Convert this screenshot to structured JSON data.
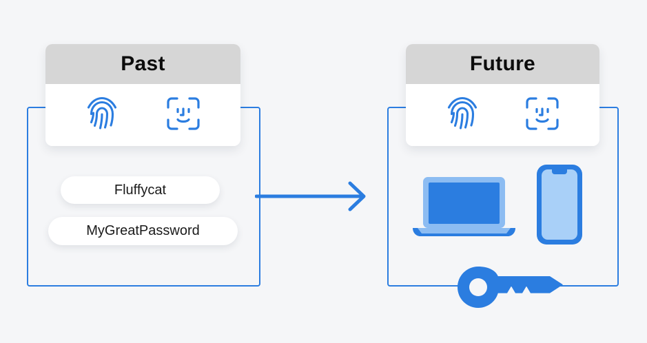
{
  "background_color": "#f5f6f8",
  "accent_color": "#2b7de0",
  "accent_light_color": "#8cbcf2",
  "header_color": "#d6d6d6",
  "card_color": "#ffffff",
  "panels": {
    "past": {
      "title": "Past",
      "icons": [
        "fingerprint-icon",
        "face-id-icon"
      ],
      "credentials": [
        {
          "label": "Fluffycat"
        },
        {
          "label": "MyGreatPassword"
        }
      ]
    },
    "future": {
      "title": "Future",
      "icons": [
        "fingerprint-icon",
        "face-id-icon"
      ],
      "devices": [
        "laptop-icon",
        "smartphone-icon",
        "key-icon"
      ]
    }
  },
  "connector": {
    "name": "arrow-right-icon",
    "direction": "right"
  }
}
